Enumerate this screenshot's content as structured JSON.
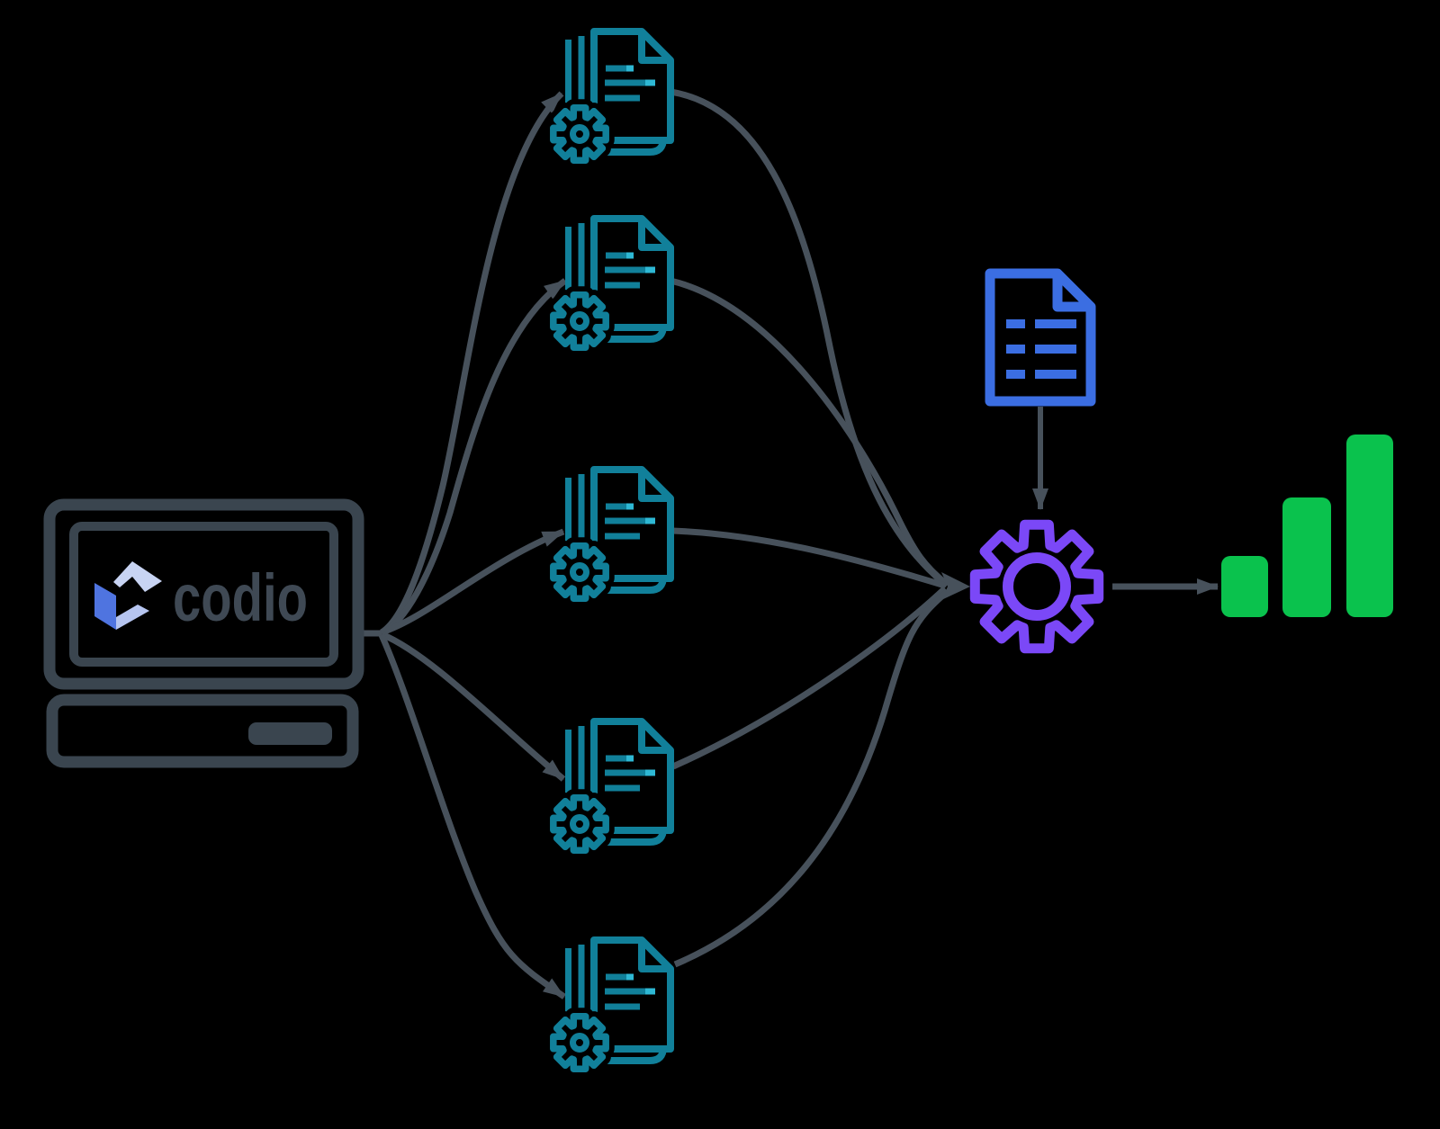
{
  "background": "#000000",
  "logo": {
    "wordmark": "codio"
  },
  "colors": {
    "background": "#000000",
    "arrow": "#47515B",
    "laptop": "#3A454F",
    "logo_text": "#3F4954",
    "teal": "#11809A",
    "teal_accent": "#2EB8D4",
    "blue": "#3B6EE2",
    "purple": "#7B48F7",
    "green": "#0AC24D",
    "logo_top": "#C8D4F3",
    "logo_left": "#4F74E0",
    "logo_bottom": "#B6C5F0"
  },
  "nodes": [
    {
      "id": "codio-computer",
      "type": "laptop-icon",
      "label": "codio",
      "color": "#3A454F"
    },
    {
      "id": "submission-doc-1",
      "type": "document-gear-icon",
      "color": "#11809A"
    },
    {
      "id": "submission-doc-2",
      "type": "document-gear-icon",
      "color": "#11809A"
    },
    {
      "id": "submission-doc-3",
      "type": "document-gear-icon",
      "color": "#11809A"
    },
    {
      "id": "submission-doc-4",
      "type": "document-gear-icon",
      "color": "#11809A"
    },
    {
      "id": "submission-doc-5",
      "type": "document-gear-icon",
      "color": "#11809A"
    },
    {
      "id": "settings-doc",
      "type": "document-icon",
      "color": "#3B6EE2"
    },
    {
      "id": "processing-gear",
      "type": "gear-icon",
      "color": "#7B48F7"
    },
    {
      "id": "results-chart",
      "type": "bar-chart-icon",
      "color": "#0AC24D",
      "bar_heights": [
        68,
        133,
        203
      ]
    }
  ],
  "edges": [
    {
      "from": "codio-computer",
      "to": "submission-doc-1"
    },
    {
      "from": "codio-computer",
      "to": "submission-doc-2"
    },
    {
      "from": "codio-computer",
      "to": "submission-doc-3"
    },
    {
      "from": "codio-computer",
      "to": "submission-doc-4"
    },
    {
      "from": "codio-computer",
      "to": "submission-doc-5"
    },
    {
      "from": "submission-doc-1",
      "to": "processing-gear"
    },
    {
      "from": "submission-doc-2",
      "to": "processing-gear"
    },
    {
      "from": "submission-doc-3",
      "to": "processing-gear"
    },
    {
      "from": "submission-doc-4",
      "to": "processing-gear"
    },
    {
      "from": "submission-doc-5",
      "to": "processing-gear"
    },
    {
      "from": "settings-doc",
      "to": "processing-gear"
    },
    {
      "from": "processing-gear",
      "to": "results-chart"
    }
  ]
}
